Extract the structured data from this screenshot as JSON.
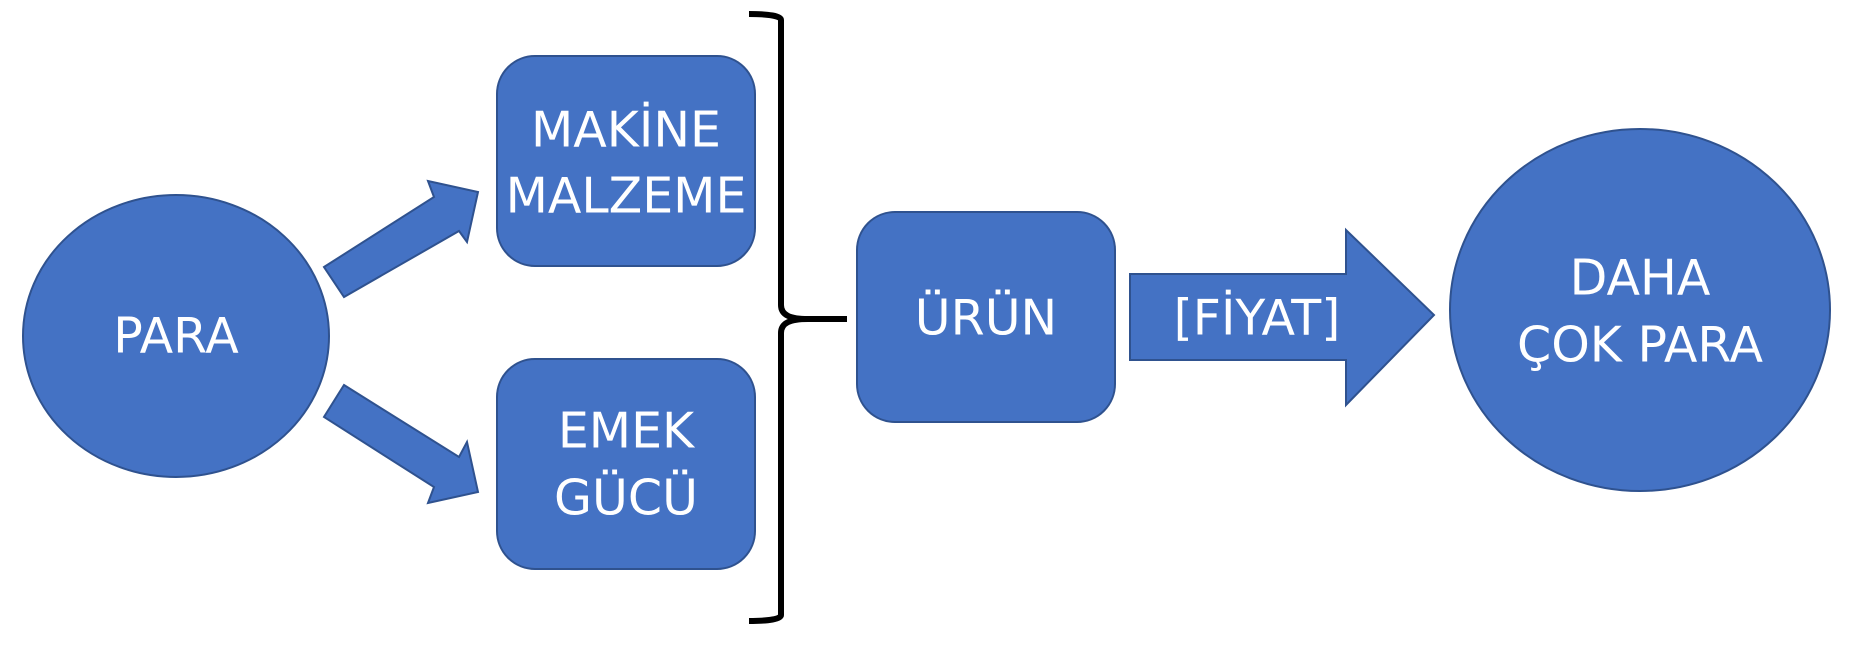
{
  "diagram": {
    "colors": {
      "fill": "#4472c4",
      "stroke": "#2f528f",
      "text": "#ffffff",
      "bracket": "#000000",
      "background": "#ffffff"
    },
    "nodes": {
      "para": {
        "label": "PARA"
      },
      "makine": {
        "line1": "MAKİNE",
        "line2": "MALZEME"
      },
      "emek": {
        "line1": "EMEK",
        "line2": "GÜCÜ"
      },
      "urun": {
        "label": "ÜRÜN"
      },
      "fiyat": {
        "label": "[FİYAT]"
      },
      "daha": {
        "line1": "DAHA",
        "line2": "ÇOK PARA"
      }
    }
  }
}
